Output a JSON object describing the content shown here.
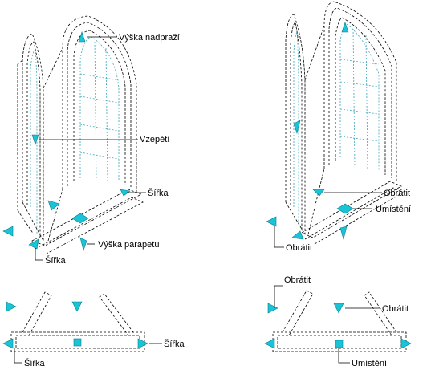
{
  "labels": {
    "left_top": {
      "vyska_nadprazi": "Výška nadpraží",
      "vzepeti": "Vzepětí",
      "sirka_right": "Šířka",
      "vyska_parapetu": "Výška parapetu",
      "sirka_left": "Šířka"
    },
    "right_top": {
      "obratit_right": "Obrátit",
      "umisteni": "Umístění",
      "obratit_left": "Obrátit"
    },
    "left_bottom": {
      "sirka_right": "Šířka",
      "sirka_bottom": "Šířka"
    },
    "right_bottom": {
      "obratit_top": "Obrátit",
      "obratit_right": "Obrátit",
      "umisteni": "Umístění"
    }
  },
  "colors": {
    "grip_fill": "#19c4d6",
    "grip_stroke": "#0a7f8c",
    "glass_line": "#3aa6b8",
    "line": "#000000"
  }
}
